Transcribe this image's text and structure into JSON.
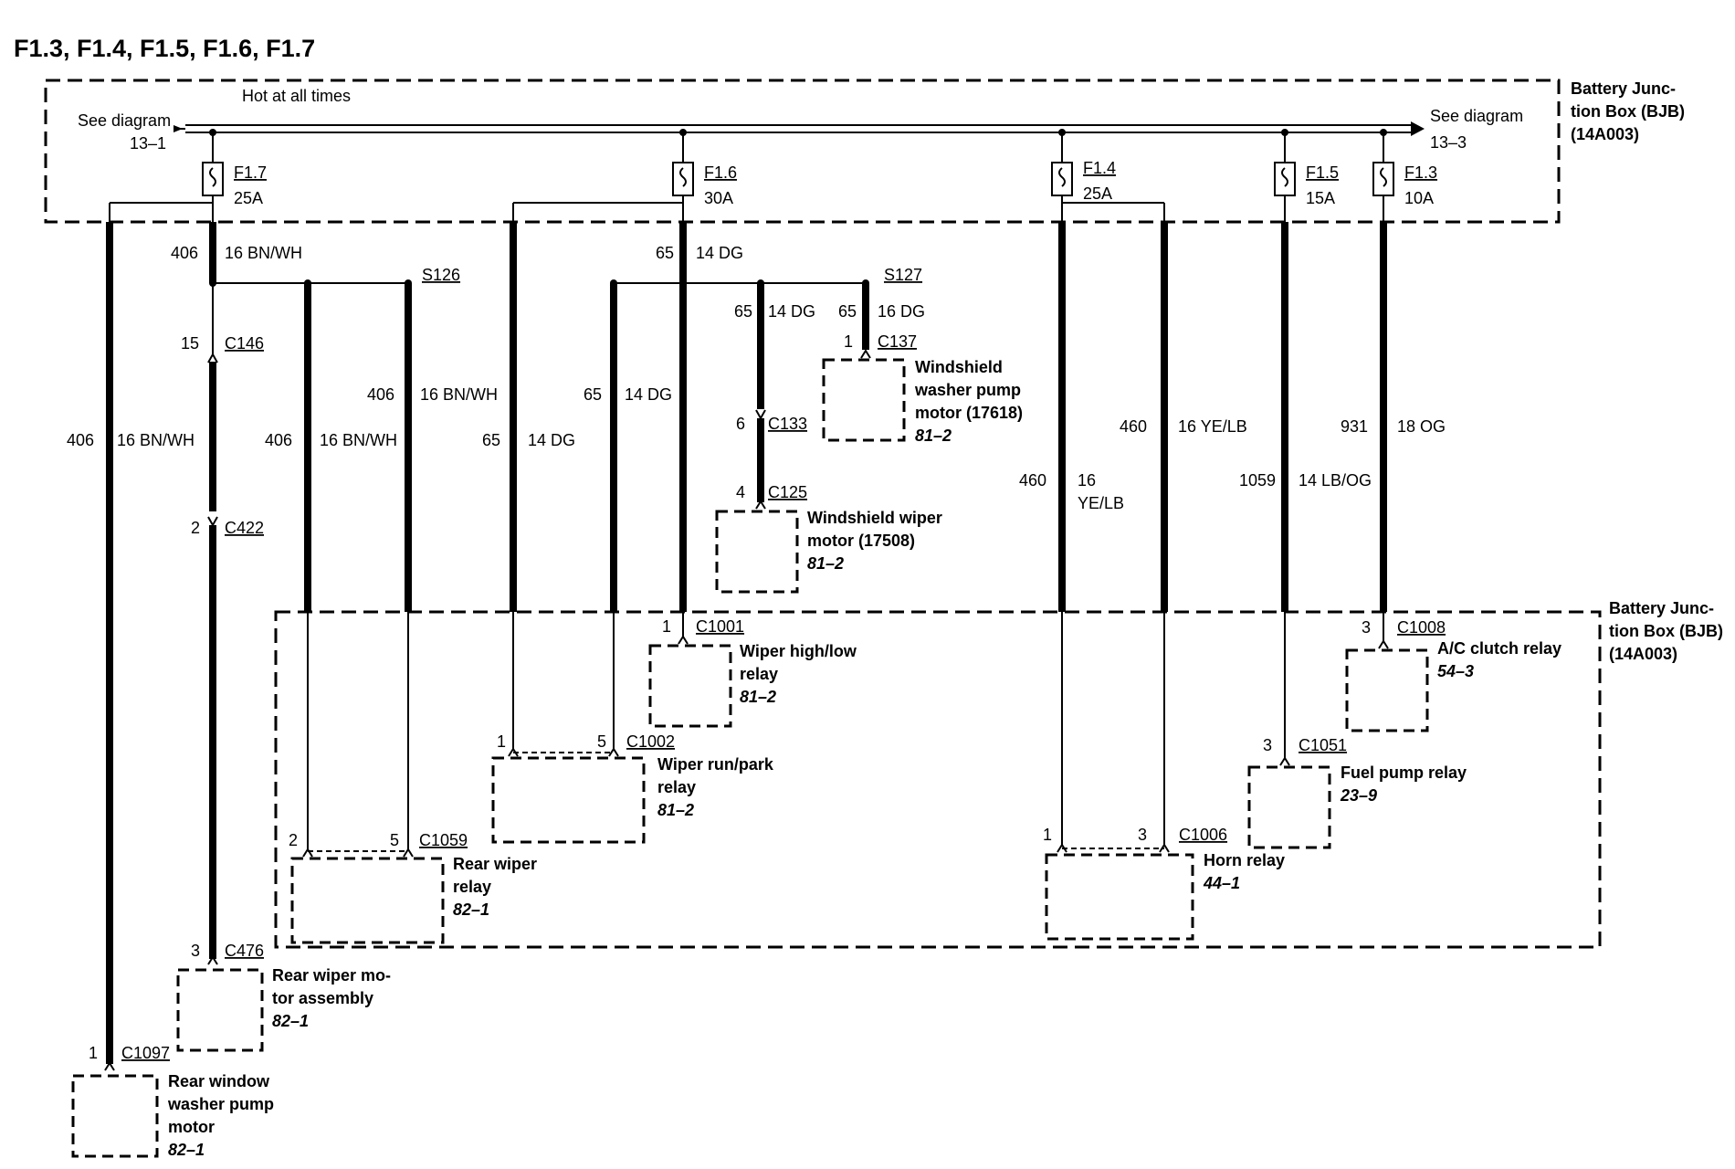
{
  "title": "F1.3, F1.4, F1.5, F1.6, F1.7",
  "bus": {
    "label": "Hot at all times",
    "left_ref": {
      "line1": "See diagram",
      "line2": "13–1"
    },
    "right_ref": {
      "line1": "See diagram",
      "line2": "13–3"
    }
  },
  "bjb_top": {
    "line1": "Battery Junc-",
    "line2": "tion Box (BJB)",
    "line3": "(14A003)"
  },
  "bjb_bottom": {
    "line1": "Battery Junc-",
    "line2": "tion Box (BJB)",
    "line3": "(14A003)"
  },
  "fuses": [
    {
      "name": "F1.7",
      "rating": "25A"
    },
    {
      "name": "F1.6",
      "rating": "30A"
    },
    {
      "name": "F1.4",
      "rating": "25A"
    },
    {
      "name": "F1.5",
      "rating": "15A"
    },
    {
      "name": "F1.3",
      "rating": "10A"
    }
  ],
  "splices": [
    "S126",
    "S127"
  ],
  "wires": [
    {
      "circuit": "406",
      "spec": "16 BN/WH"
    },
    {
      "circuit": "406",
      "spec": "16 BN/WH"
    },
    {
      "circuit": "406",
      "spec": "16 BN/WH"
    },
    {
      "circuit": "406",
      "spec": "16 BN/WH"
    },
    {
      "circuit": "65",
      "spec": "14 DG"
    },
    {
      "circuit": "65",
      "spec": "14 DG"
    },
    {
      "circuit": "65",
      "spec": "14 DG"
    },
    {
      "circuit": "65",
      "spec": "14 DG"
    },
    {
      "circuit": "65",
      "spec": "16 DG"
    },
    {
      "circuit": "460",
      "spec": "16 YE/LB"
    },
    {
      "circuit": "460",
      "spec1": "16",
      "spec2": "YE/LB"
    },
    {
      "circuit": "931",
      "spec": "18 OG"
    },
    {
      "circuit": "1059",
      "spec": "14 LB/OG"
    }
  ],
  "connectors": [
    {
      "pin": "15",
      "id": "C146"
    },
    {
      "pin": "2",
      "id": "C422"
    },
    {
      "pin": "3",
      "id": "C476"
    },
    {
      "pin": "1",
      "id": "C1097"
    },
    {
      "pin": "1",
      "id": "C137"
    },
    {
      "pin": "6",
      "id": "C133"
    },
    {
      "pin": "4",
      "id": "C125"
    },
    {
      "pin": "1",
      "id": "C1001"
    },
    {
      "pin_a": "1",
      "pin_b": "5",
      "id": "C1002"
    },
    {
      "pin_a": "2",
      "pin_b": "5",
      "id": "C1059"
    },
    {
      "pin_a": "1",
      "pin_b": "3",
      "id": "C1006"
    },
    {
      "pin": "3",
      "id": "C1051"
    },
    {
      "pin": "3",
      "id": "C1008"
    }
  ],
  "components": {
    "washer_pump": {
      "lines": [
        "Windshield",
        "washer pump",
        "motor (17618)"
      ],
      "ref": "81–2"
    },
    "wiper_motor": {
      "lines": [
        "Windshield wiper",
        "motor (17508)"
      ],
      "ref": "81–2"
    },
    "wiper_hl": {
      "lines": [
        "Wiper high/low",
        "relay"
      ],
      "ref": "81–2"
    },
    "wiper_rp": {
      "lines": [
        "Wiper run/park",
        "relay"
      ],
      "ref": "81–2"
    },
    "rear_wiper_relay": {
      "lines": [
        "Rear wiper",
        "relay"
      ],
      "ref": "82–1"
    },
    "rear_wiper_motor": {
      "lines": [
        "Rear wiper mo-",
        "tor assembly"
      ],
      "ref": "82–1"
    },
    "rear_washer": {
      "lines": [
        "Rear window",
        "washer pump",
        "motor"
      ],
      "ref": "82–1"
    },
    "horn_relay": {
      "lines": [
        "Horn relay"
      ],
      "ref": "44–1"
    },
    "fuel_pump_relay": {
      "lines": [
        "Fuel pump relay"
      ],
      "ref": "23–9"
    },
    "ac_clutch_relay": {
      "lines": [
        "A/C clutch relay"
      ],
      "ref": "54–3"
    }
  }
}
